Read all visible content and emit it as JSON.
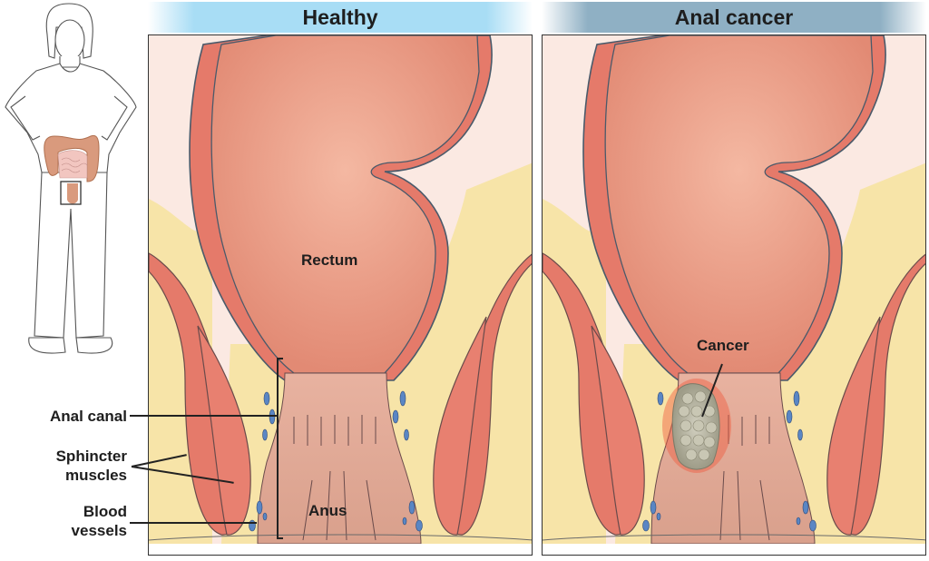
{
  "figure": {
    "description": "standing-person-with-colon-highlight",
    "highlight_box": "rectum-location-box"
  },
  "panels": {
    "healthy": {
      "title": "Healthy",
      "banner_color": "#a8ddf5",
      "labels": {
        "rectum": "Rectum",
        "anus": "Anus"
      }
    },
    "cancer": {
      "title": "Anal cancer",
      "banner_color": "#8fb0c4",
      "labels": {
        "cancer": "Cancer"
      }
    }
  },
  "side_labels": {
    "anal_canal": "Anal canal",
    "sphincter_muscles_1": "Sphincter",
    "sphincter_muscles_2": "muscles",
    "blood_vessels_1": "Blood",
    "blood_vessels_2": "vessels"
  },
  "colors": {
    "rectum": "#e9957f",
    "muscle": "#e57a6a",
    "fat": "#f7e4a8",
    "vessel": "#5a86c4",
    "anus": "#dfac9a",
    "background_tissue": "#fbe9e2",
    "tumor": "#b5b3a0"
  }
}
